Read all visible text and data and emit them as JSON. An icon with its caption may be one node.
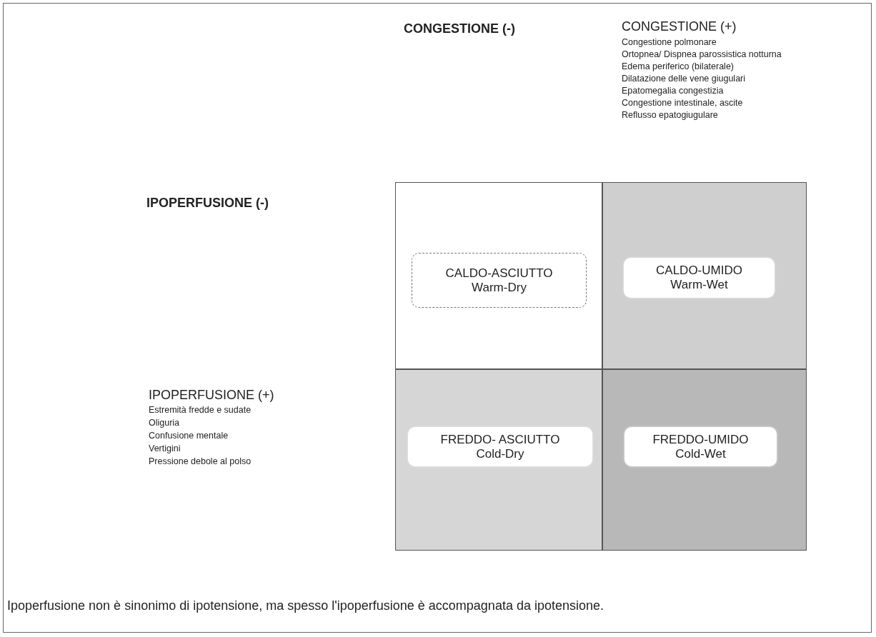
{
  "diagram": {
    "caption": "Ipoperfusione non è sinonimo di ipotensione, ma spesso l'ipoperfusione è accompagnata da ipotensione.",
    "nodes": [
      {
        "text": [],
        "shape": "box"
      },
      {
        "text": [
          "CALDO-ASCIUTTO",
          "Warm-Dry"
        ],
        "in": 0
      },
      {
        "text": [],
        "shape": "box"
      },
      {
        "text": [
          "CALDO-UMIDO",
          "Warm-Wet"
        ],
        "in": 2
      },
      {
        "text": [],
        "shape": "box"
      },
      {
        "text": [
          "FREDDO- ASCIUTTO",
          "Cold-Dry"
        ],
        "in": 4
      },
      {
        "text": [],
        "shape": "box"
      },
      {
        "text": [
          "FREDDO-UMIDO",
          "Cold-Wet"
        ],
        "in": 6
      }
    ],
    "labels": [
      "CONGESTIONE (-)",
      "CONGESTIONE (+)",
      "Congestione polmonare",
      "Ortopnea/ Dispnea parossistica notturna",
      "Edema periferico (bilaterale)",
      "Dilatazione delle vene giugulari",
      "Epatomegalia congestizia",
      "Congestione intestinale, ascite",
      "Reflusso epatogiugulare",
      "IPOPERFUSIONE (-)",
      "IPOPERFUSIONE (+)",
      "Estremità fredde e sudate",
      "Oliguria",
      "Confusione mentale",
      "Vertigini",
      "Pressione debole al polso"
    ]
  }
}
